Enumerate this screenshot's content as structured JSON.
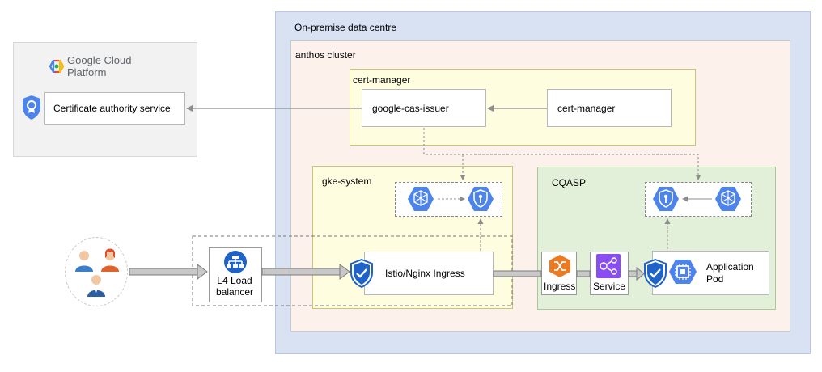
{
  "colors": {
    "datacentre_fill": "#d9e2f3",
    "cluster_fill": "#fdf1ec",
    "yellow_zone": "#fffde0",
    "yellow_border": "#c9c47a",
    "green_zone": "#e2efd9",
    "gcp_fill": "#f2f2f2",
    "k8s_blue": "#4c84ec",
    "load_balancer": "#1f63c8",
    "ingress_orange": "#ec7a22",
    "service_purple": "#8a4df2"
  },
  "gcp": {
    "logo_text": "Google Cloud Platform",
    "service_label": "Certificate authority service",
    "service_icon": "certificate-authority-icon"
  },
  "datacentre": {
    "label": "On-premise data centre"
  },
  "cluster": {
    "label": "anthos cluster"
  },
  "cert_manager_zone": {
    "label": "cert-manager",
    "issuer_label": "google-cas-issuer",
    "cert_manager_label": "cert-manager"
  },
  "gke_system": {
    "label": "gke-system",
    "ingress_label": "Istio/Nginx Ingress"
  },
  "cqasp": {
    "label": "CQASP",
    "ingress_label": "Ingress",
    "service_label": "Service",
    "app_pod_label": "Application Pod"
  },
  "load_balancer": {
    "label": "L4 Load balancer",
    "icon": "load-balancer-icon"
  },
  "users": {
    "icon": "users-icon"
  },
  "icons": [
    "gcp-logo-icon",
    "shield-check-icon",
    "k8s-pod-icon",
    "k8s-secret-icon",
    "ingress-icon",
    "service-icon",
    "chip-icon"
  ]
}
